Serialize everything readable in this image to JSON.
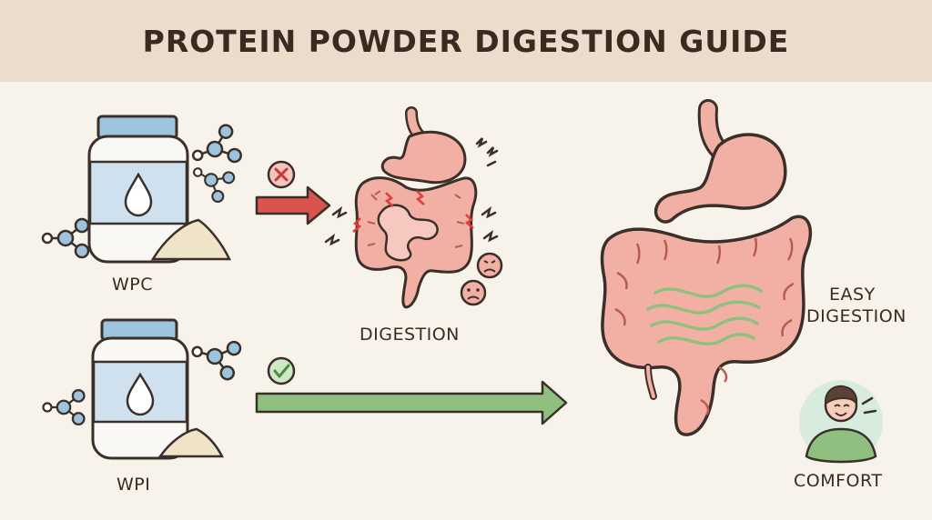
{
  "title": "PROTEIN POWDER DIGESTION GUIDE",
  "products": [
    {
      "label": "WPC",
      "status_icon": "x-circle-icon"
    },
    {
      "label": "WPI",
      "status_icon": "check-circle-icon"
    }
  ],
  "digestion_label": "DIGESTION",
  "easy_label_line1": "EASY",
  "easy_label_line2": "DIGESTION",
  "comfort_label": "COMFORT",
  "colors": {
    "header_bg": "#ecdccb",
    "background": "#f7f2ea",
    "bad_arrow": "#d9534f",
    "good_arrow": "#7fb36f",
    "jar_blue": "#cfe0ef",
    "organ_pink": "#f2b0a4"
  }
}
